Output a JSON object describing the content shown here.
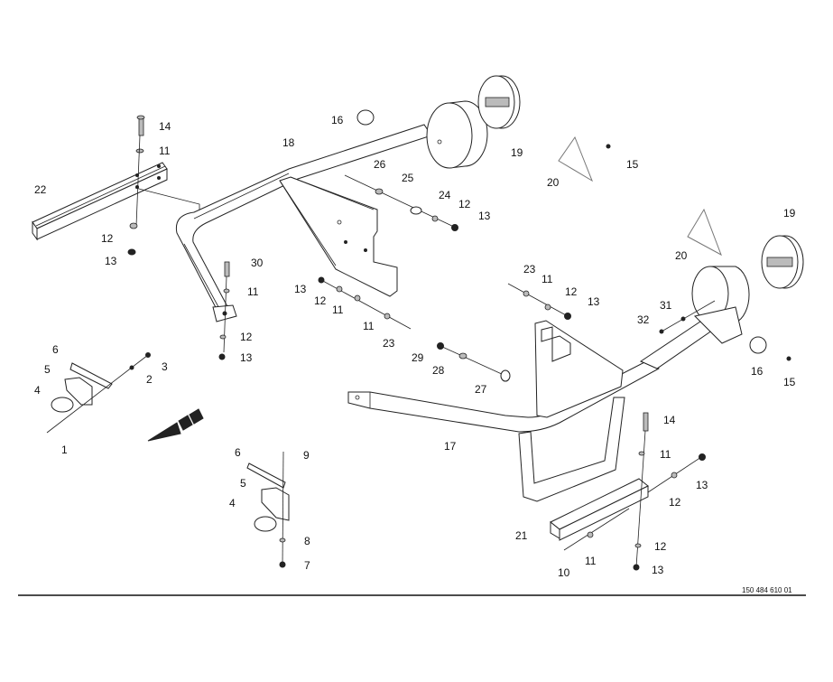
{
  "document": {
    "drawing_number": "150 484 610 01",
    "type": "exploded parts diagram"
  },
  "callouts": {
    "c14a": "14",
    "c11a": "11",
    "c22": "22",
    "c12a": "12",
    "c13a": "13",
    "c16a": "16",
    "c18": "18",
    "c19a": "19",
    "c20a": "20",
    "c15a": "15",
    "c26": "26",
    "c25": "25",
    "c24": "24",
    "c12b": "12",
    "c13b": "13",
    "c30": "30",
    "c11b": "11",
    "c12c": "12",
    "c13c": "13",
    "c13d": "13",
    "c12d": "12",
    "c11c": "11",
    "c11d": "11",
    "c23a": "23",
    "c6a": "6",
    "c5a": "5",
    "c4a": "4",
    "c3": "3",
    "c2": "2",
    "c1": "1",
    "c23b": "23",
    "c11e": "11",
    "c12e": "12",
    "c13e": "13",
    "c29": "29",
    "c28": "28",
    "c27": "27",
    "c17": "17",
    "c19b": "19",
    "c20b": "20",
    "c31": "31",
    "c32": "32",
    "c16b": "16",
    "c15b": "15",
    "c6b": "6",
    "c9": "9",
    "c5b": "5",
    "c4b": "4",
    "c8": "8",
    "c7": "7",
    "c14b": "14",
    "c11f": "11",
    "c13f": "13",
    "c12f": "12",
    "c21": "21",
    "c10": "10",
    "c11g": "11",
    "c12g": "12",
    "c13g": "13"
  },
  "direction_arrow": {
    "icon": "travel-direction-arrow",
    "meaning": "forward direction"
  }
}
